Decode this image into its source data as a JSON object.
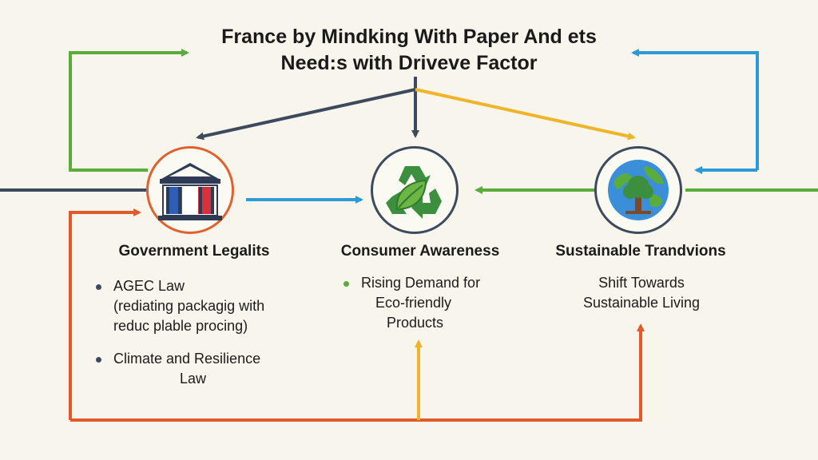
{
  "title": {
    "line1": "France by Mindking With Paper And ets",
    "line2": "Need:s with Driveve Factor"
  },
  "nodes": [
    {
      "heading": "Government Legalits",
      "icon": "government-building-france-flag-icon",
      "ring_color": "#e0602e",
      "bullets": [
        {
          "lines": [
            "AGEC Law",
            "(rediating packagig with",
            "reduc plable procing)"
          ]
        },
        {
          "lines": [
            "Climate and Resilience",
            "Law"
          ]
        }
      ]
    },
    {
      "heading": "Consumer Awareness",
      "icon": "recycle-leaf-icon",
      "ring_color": "#3d4a5e",
      "bullets": [
        {
          "lines": [
            "Rising Demand for",
            "Eco-friendly",
            "Products"
          ]
        }
      ]
    },
    {
      "heading": "Sustainable Trandvions",
      "icon": "globe-tree-icon",
      "ring_color": "#3d4a5e",
      "text_lines": [
        "Shift Towards",
        "Sustainable Living"
      ]
    }
  ],
  "colors": {
    "green": "#5aad3a",
    "blue": "#2a9ad8",
    "orange": "#e35a2a",
    "yellow": "#f0b42a",
    "navy": "#3d4a5e",
    "bullet_navy": "#3d4a5e",
    "bullet_green": "#5aad3a"
  }
}
